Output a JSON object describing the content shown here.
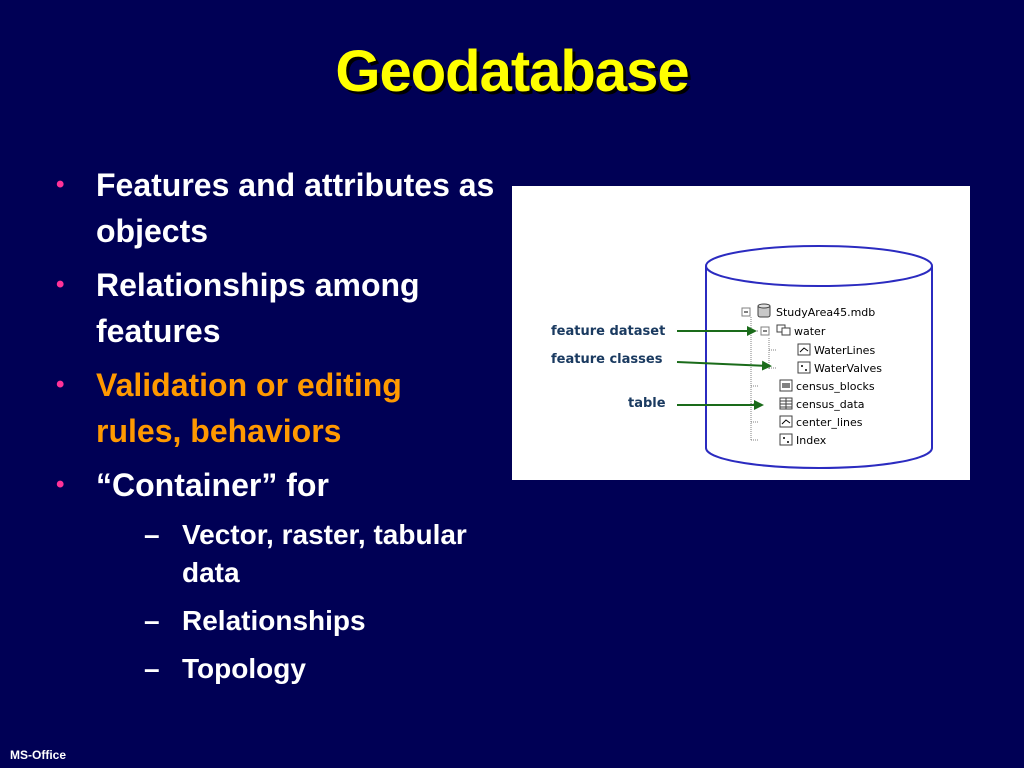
{
  "slide": {
    "title": "Geodatabase",
    "bullets": [
      {
        "text": "Features and attributes as objects",
        "color": "#ffffff"
      },
      {
        "text": "Relationships among features",
        "color": "#ffffff"
      },
      {
        "text": "Validation or editing rules, behaviors",
        "color": "#ff9900"
      },
      {
        "text": "“Container” for",
        "color": "#ffffff"
      }
    ],
    "sub_bullets": [
      "Vector, raster, tabular data",
      "Relationships",
      "Topology"
    ],
    "bullet_glyph": "•",
    "sub_glyph": "–",
    "footer": "MS-Office"
  },
  "figure": {
    "labels": {
      "feature_dataset": "feature dataset",
      "feature_classes": "feature classes",
      "table": "table"
    },
    "tree": [
      {
        "label": "StudyArea45.mdb",
        "icon": "database-icon"
      },
      {
        "label": "water",
        "icon": "feature-dataset-icon"
      },
      {
        "label": "WaterLines",
        "icon": "line-feature-class-icon"
      },
      {
        "label": "WaterValves",
        "icon": "point-feature-class-icon"
      },
      {
        "label": "census_blocks",
        "icon": "polygon-feature-class-icon"
      },
      {
        "label": "census_data",
        "icon": "table-icon"
      },
      {
        "label": "center_lines",
        "icon": "line-feature-class-icon"
      },
      {
        "label": "Index",
        "icon": "point-feature-class-icon"
      }
    ],
    "colors": {
      "arrow": "#1a6b1a",
      "label": "#1a3a60",
      "tree_text": "#000000"
    }
  }
}
